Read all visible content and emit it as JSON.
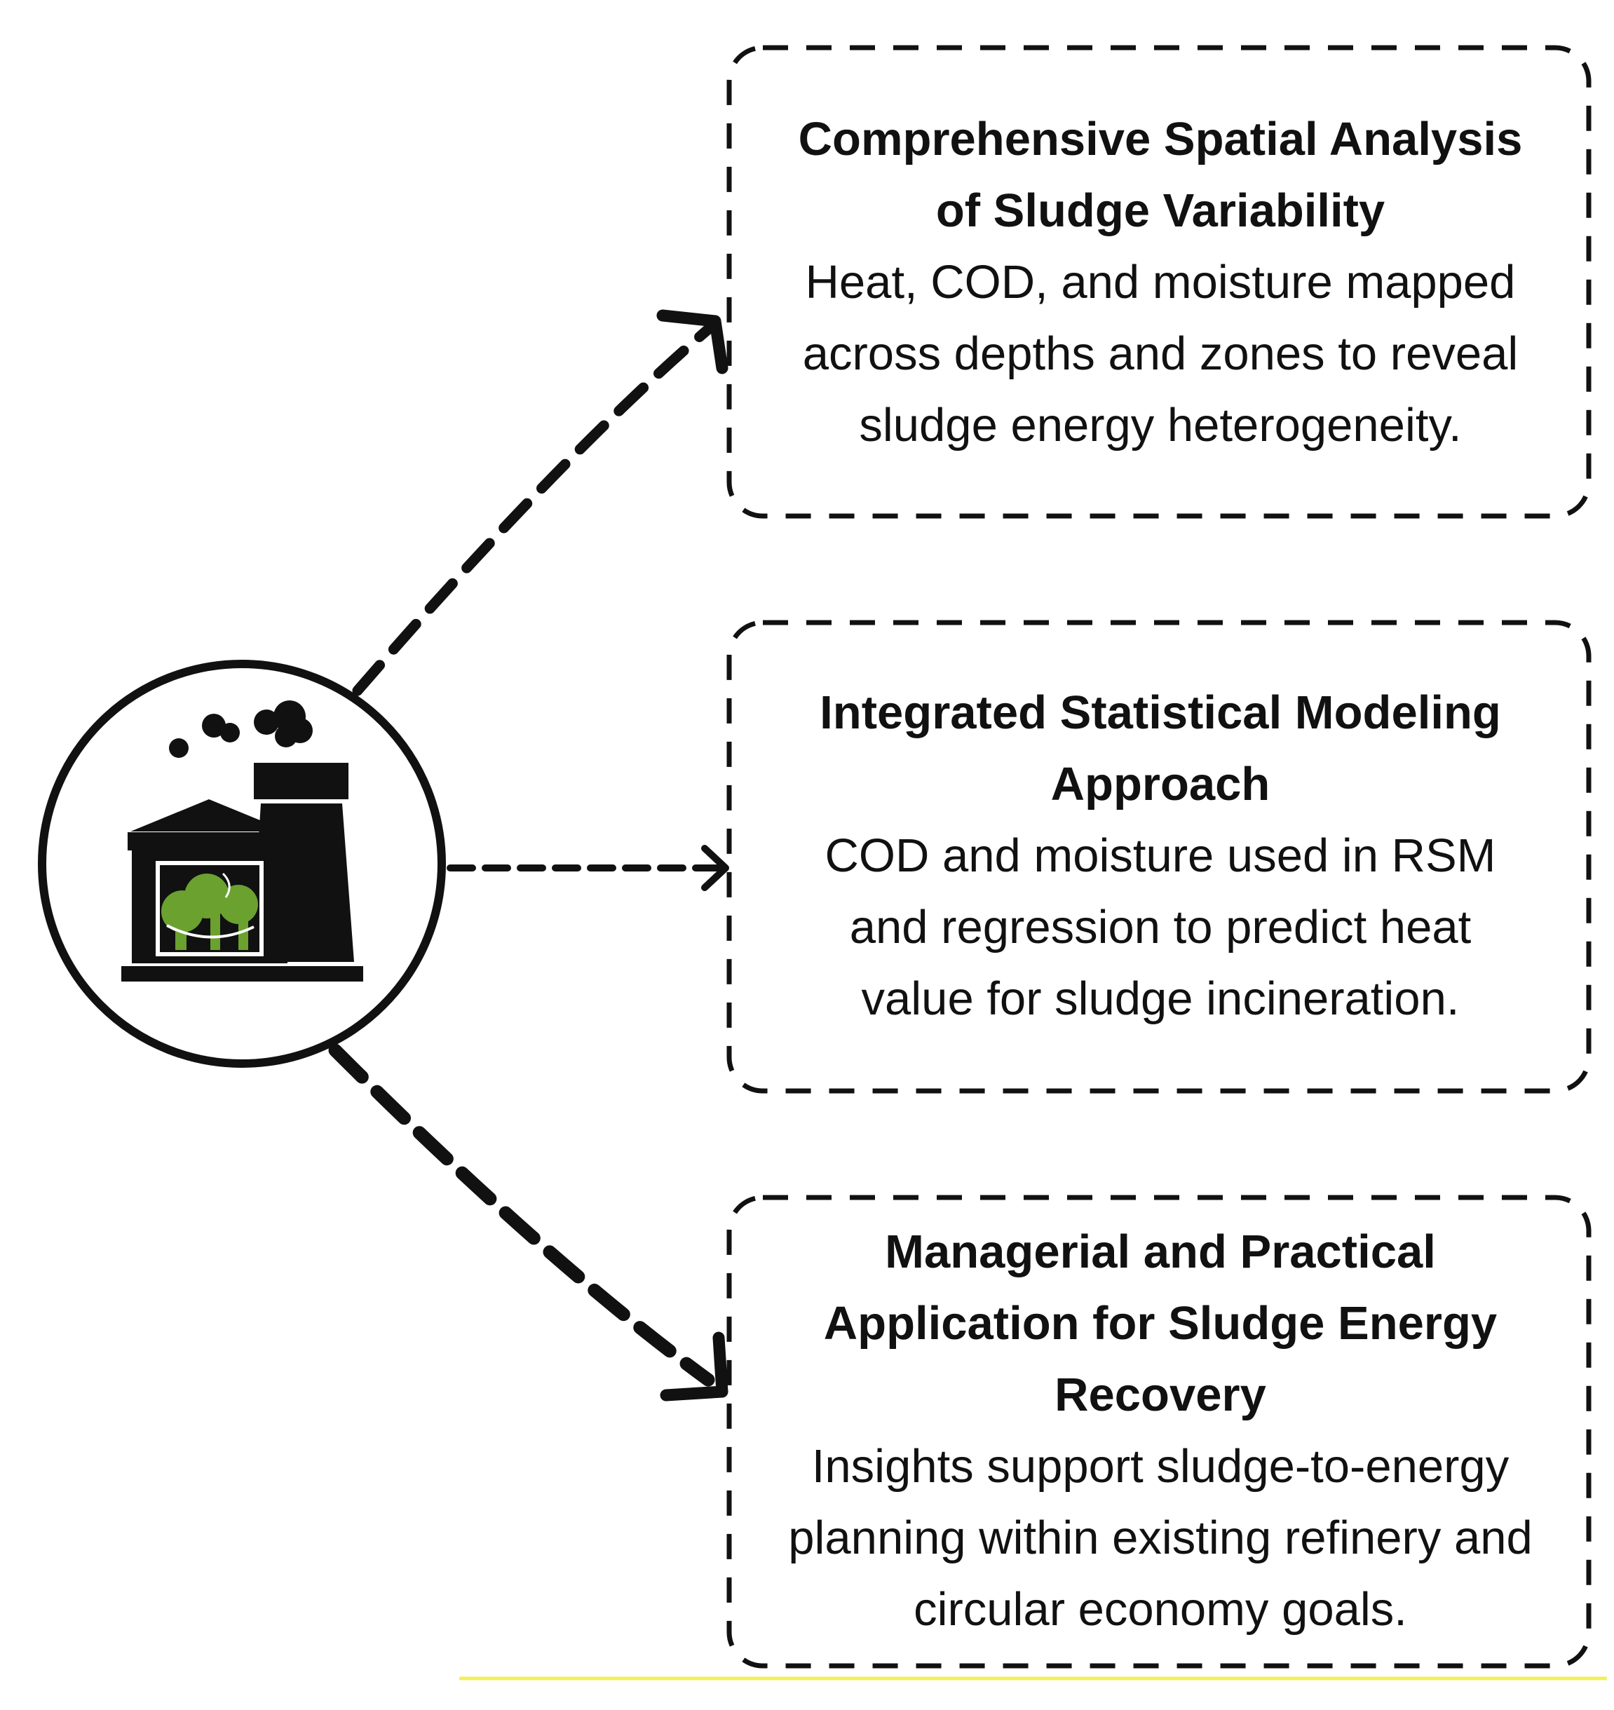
{
  "boxes": [
    {
      "title": "Comprehensive Spatial Analysis of Sludge Variability",
      "body": "Heat, COD, and moisture mapped across depths and zones to reveal sludge energy heterogeneity."
    },
    {
      "title": "Integrated Statistical Modeling Approach",
      "body": "COD and moisture used in RSM and regression to predict heat value for sludge incineration."
    },
    {
      "title": "Managerial and Practical Application for Sludge Energy Recovery",
      "body": "Insights support sludge-to-energy planning within existing refinery and circular economy goals."
    }
  ],
  "icon": "factory-icon",
  "colors": {
    "stroke": "#111111",
    "foliage": "#6aa12f",
    "underline": "#f3ef5a"
  }
}
